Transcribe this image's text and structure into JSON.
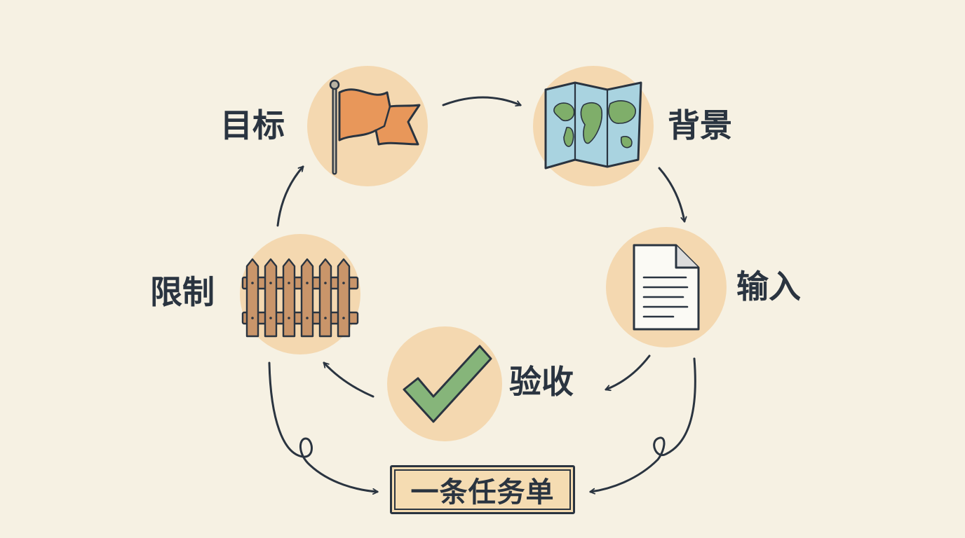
{
  "colors": {
    "background": "#f6f1e3",
    "circle": "#f4d8b0",
    "ink": "#2a3440",
    "flag": "#e8975a",
    "map_water": "#a9d3e0",
    "map_land": "#7fae6a",
    "check": "#86b57a",
    "fence": "#c9956a",
    "task_fill": "#f5dcb2"
  },
  "nodes": {
    "goal": {
      "label": "目标",
      "icon": "flag-icon"
    },
    "background": {
      "label": "背景",
      "icon": "map-icon"
    },
    "input": {
      "label": "输入",
      "icon": "document-icon"
    },
    "acceptance": {
      "label": "验收",
      "icon": "checkmark-icon"
    },
    "limit": {
      "label": "限制",
      "icon": "fence-icon"
    }
  },
  "task": {
    "label": "一条任务单"
  }
}
